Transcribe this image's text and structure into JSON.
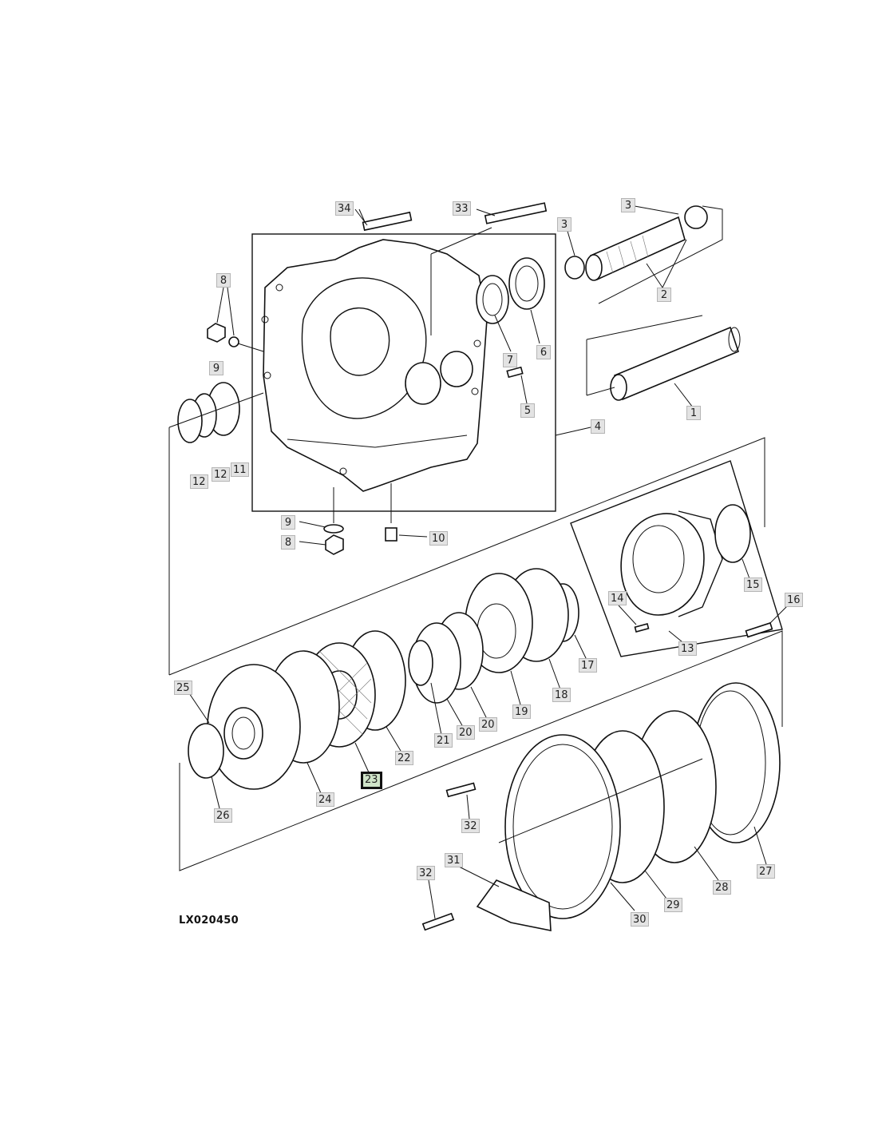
{
  "figure_code": "LX020450",
  "selected_callout": "23",
  "callouts": [
    {
      "id": "c34",
      "label": "34"
    },
    {
      "id": "c33",
      "label": "33"
    },
    {
      "id": "c3a",
      "label": "3"
    },
    {
      "id": "c3b",
      "label": "3"
    },
    {
      "id": "c2",
      "label": "2"
    },
    {
      "id": "c8a",
      "label": "8"
    },
    {
      "id": "c9a",
      "label": "9"
    },
    {
      "id": "c7",
      "label": "7"
    },
    {
      "id": "c6",
      "label": "6"
    },
    {
      "id": "c5",
      "label": "5"
    },
    {
      "id": "c1",
      "label": "1"
    },
    {
      "id": "c4",
      "label": "4"
    },
    {
      "id": "c12a",
      "label": "12"
    },
    {
      "id": "c12b",
      "label": "12"
    },
    {
      "id": "c11",
      "label": "11"
    },
    {
      "id": "c9b",
      "label": "9"
    },
    {
      "id": "c8b",
      "label": "8"
    },
    {
      "id": "c10",
      "label": "10"
    },
    {
      "id": "c15",
      "label": "15"
    },
    {
      "id": "c14",
      "label": "14"
    },
    {
      "id": "c16",
      "label": "16"
    },
    {
      "id": "c13",
      "label": "13"
    },
    {
      "id": "c17",
      "label": "17"
    },
    {
      "id": "c18",
      "label": "18"
    },
    {
      "id": "c19",
      "label": "19"
    },
    {
      "id": "c20a",
      "label": "20"
    },
    {
      "id": "c20b",
      "label": "20"
    },
    {
      "id": "c21",
      "label": "21"
    },
    {
      "id": "c22",
      "label": "22"
    },
    {
      "id": "c25",
      "label": "25"
    },
    {
      "id": "c23",
      "label": "23"
    },
    {
      "id": "c24",
      "label": "24"
    },
    {
      "id": "c26",
      "label": "26"
    },
    {
      "id": "c32a",
      "label": "32"
    },
    {
      "id": "c31",
      "label": "31"
    },
    {
      "id": "c32b",
      "label": "32"
    },
    {
      "id": "c27",
      "label": "27"
    },
    {
      "id": "c28",
      "label": "28"
    },
    {
      "id": "c29",
      "label": "29"
    },
    {
      "id": "c30",
      "label": "30"
    }
  ]
}
